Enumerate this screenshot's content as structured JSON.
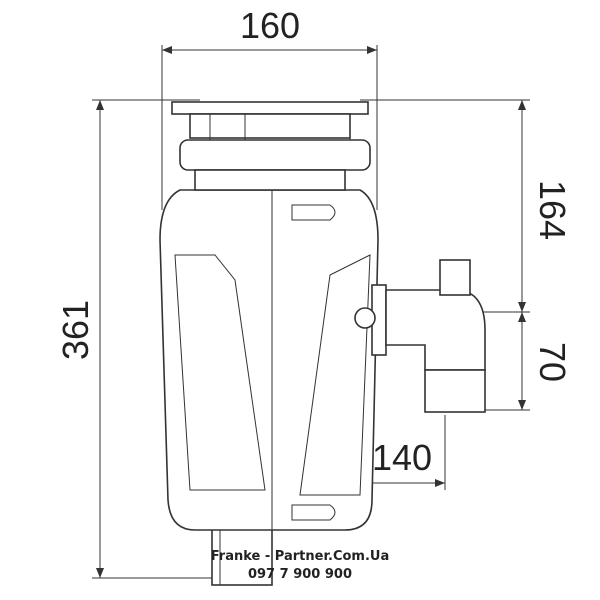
{
  "dimensions": {
    "width_top": "160",
    "height_total": "361",
    "height_upper": "164",
    "outlet_height": "70",
    "outlet_offset": "140"
  },
  "watermark": {
    "site": "Franke - Partner.Com.Ua",
    "phone": "097 7 900 900"
  }
}
